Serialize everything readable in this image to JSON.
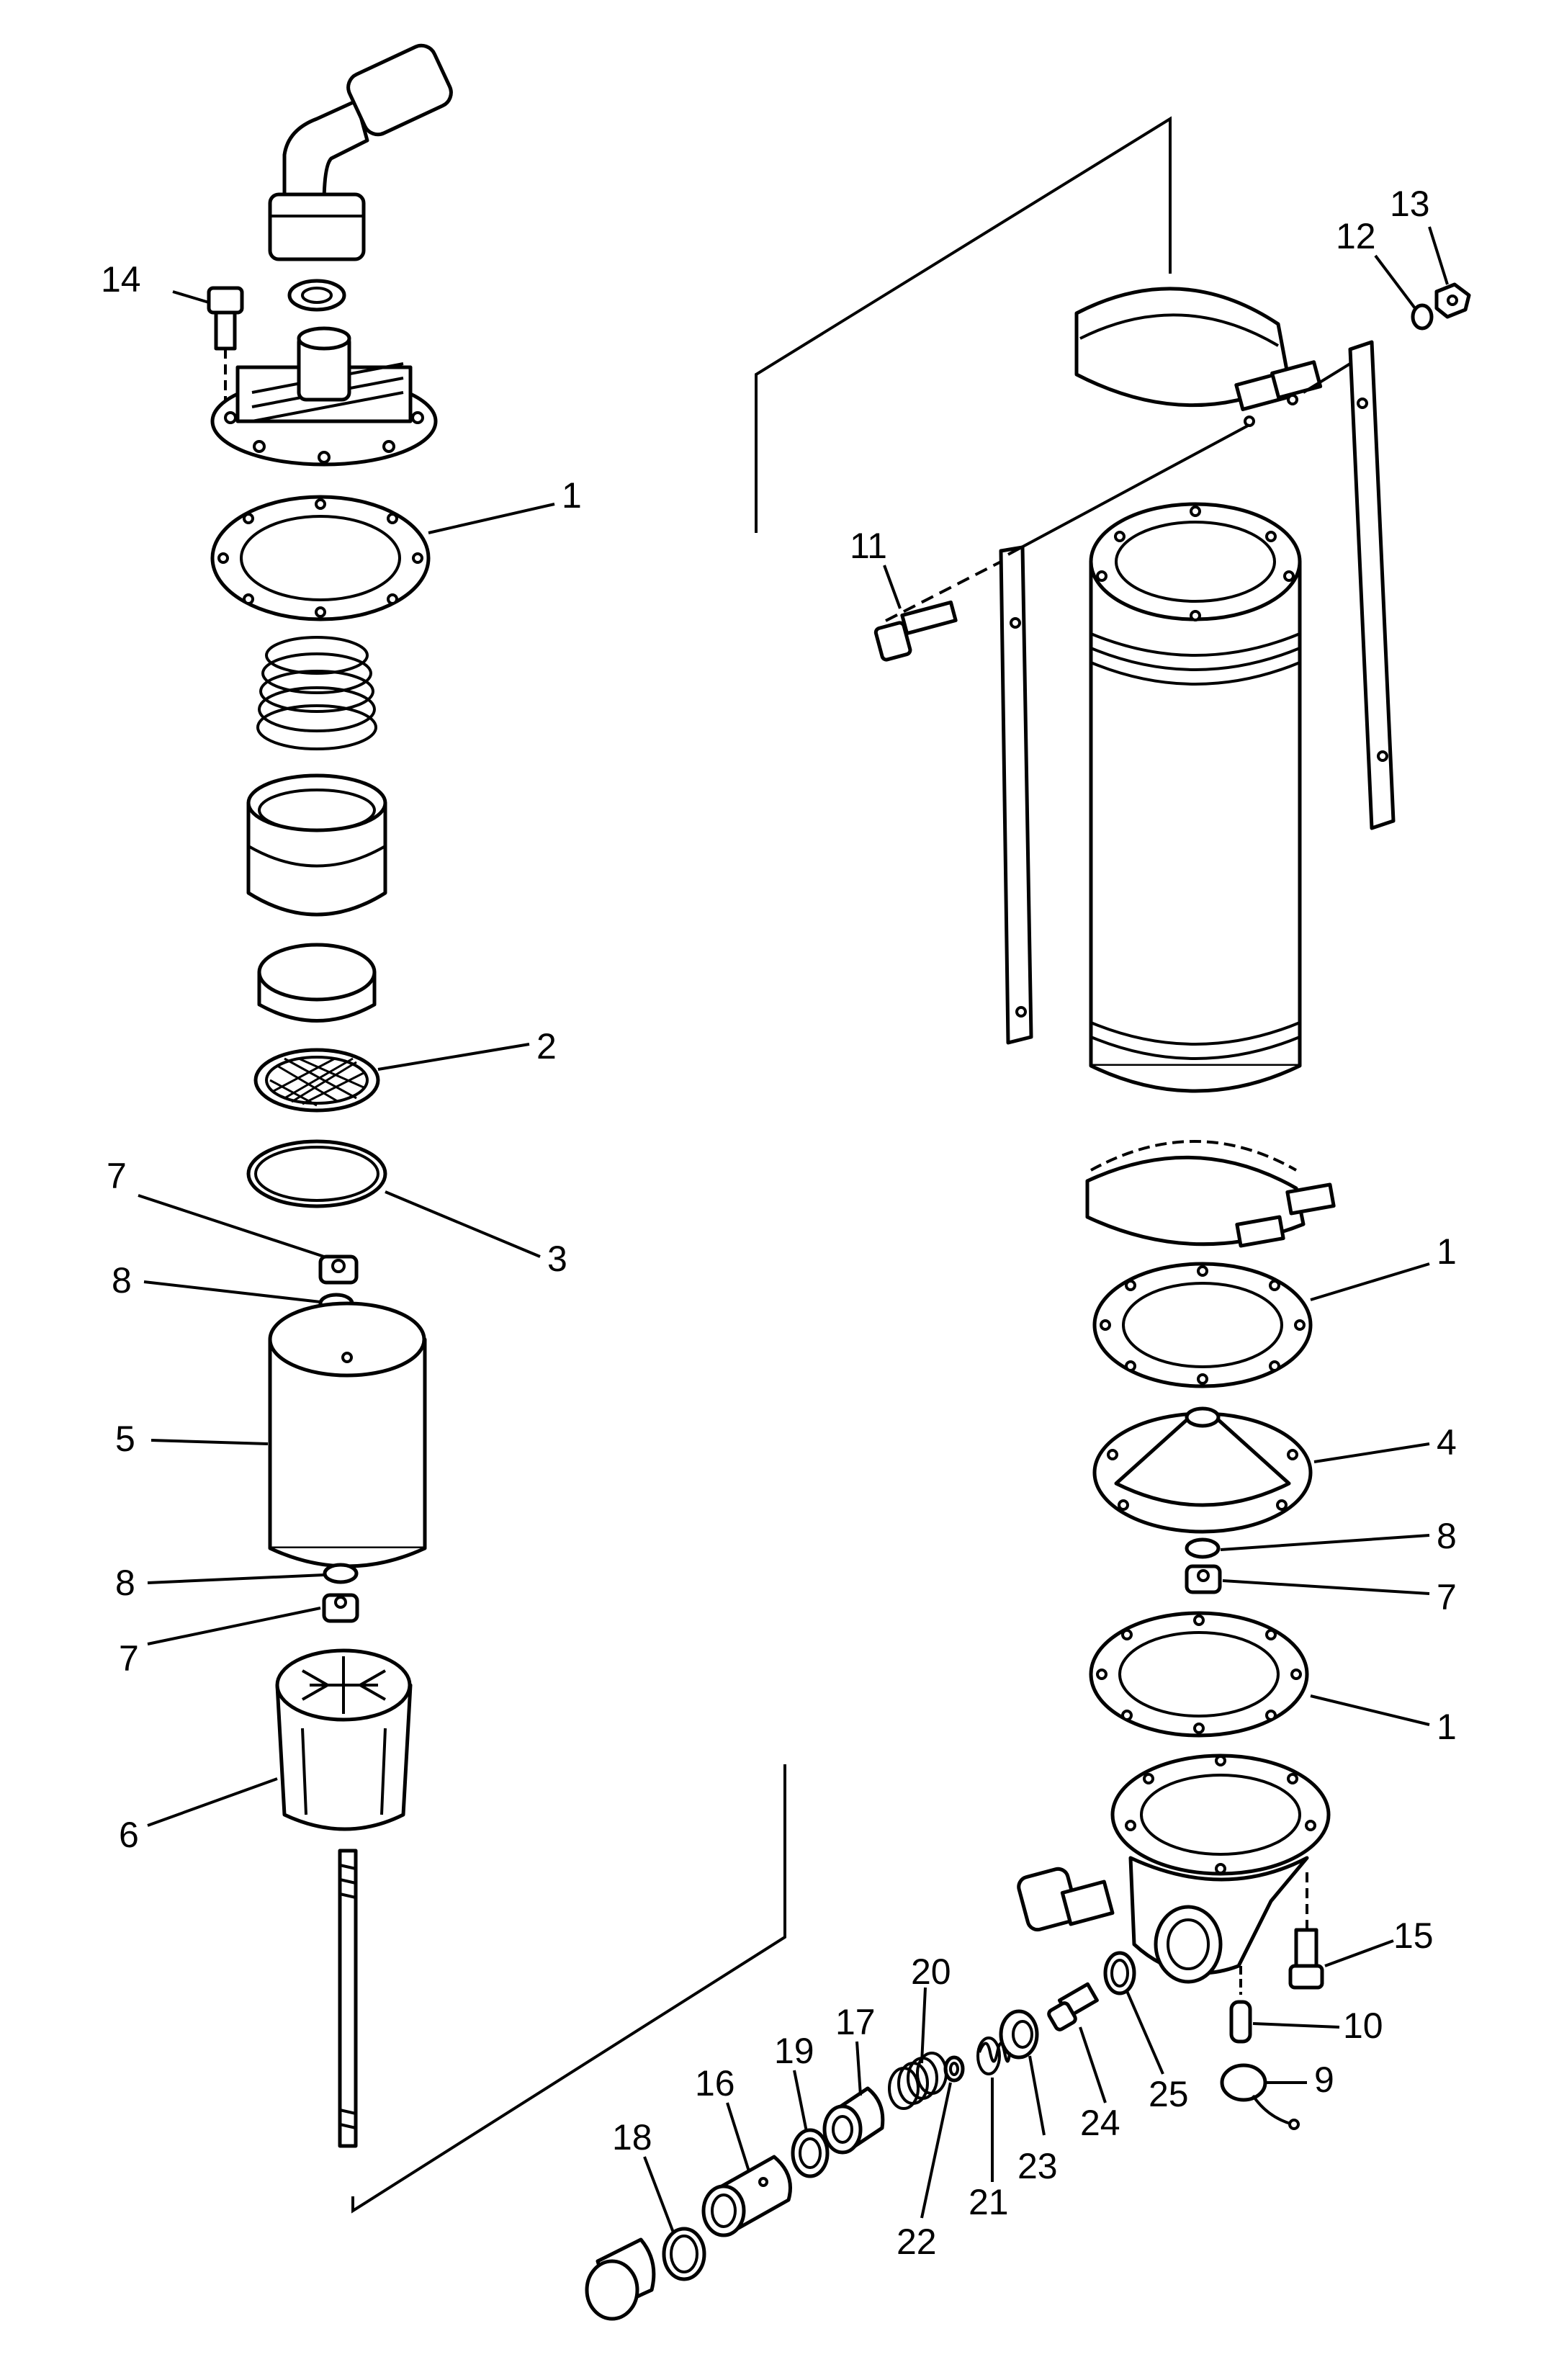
{
  "callouts": {
    "c1_top": "1",
    "c2": "2",
    "c3": "3",
    "c7_left_top": "7",
    "c8_left_top": "8",
    "c5": "5",
    "c8_left_bottom": "8",
    "c7_left_bottom": "7",
    "c6": "6",
    "c14": "14",
    "c13": "13",
    "c12": "12",
    "c11": "11",
    "c1_right_top": "1",
    "c4": "4",
    "c8_right": "8",
    "c7_right": "7",
    "c1_right_bottom": "1",
    "c15": "15",
    "c10": "10",
    "c9": "9",
    "c25": "25",
    "c24": "24",
    "c23": "23",
    "c21": "21",
    "c22": "22",
    "c20": "20",
    "c17": "17",
    "c19": "19",
    "c16": "16",
    "c18": "18"
  }
}
